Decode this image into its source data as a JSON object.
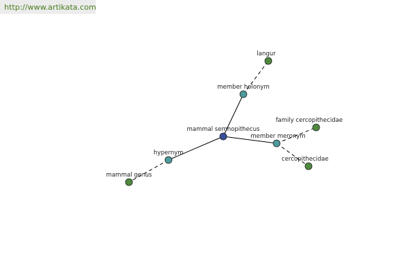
{
  "header": {
    "link_text": "http://www.artikata.com"
  },
  "colors": {
    "center_node": "#3a4f9a",
    "relation_node": "#4f9a9a",
    "leaf_node": "#4f8a3f",
    "node_stroke": "#222222",
    "edge": "#000000",
    "link_text": "#4a7d1f"
  },
  "graph": {
    "center": {
      "id": "center",
      "label": "mammal semnopithecus",
      "type": "center"
    },
    "relations": [
      {
        "id": "hypernym",
        "label": "hypernym",
        "children": [
          {
            "id": "mammal-genus",
            "label": "mammal genus"
          }
        ]
      },
      {
        "id": "member-holonym",
        "label": "member holonym",
        "children": [
          {
            "id": "langur",
            "label": "langur"
          }
        ]
      },
      {
        "id": "member-meronym",
        "label": "member meronym",
        "children": [
          {
            "id": "family-cercopithecidae",
            "label": "family cercopithecidae"
          },
          {
            "id": "cercopithecidae",
            "label": "cercopithecidae"
          }
        ]
      }
    ]
  }
}
